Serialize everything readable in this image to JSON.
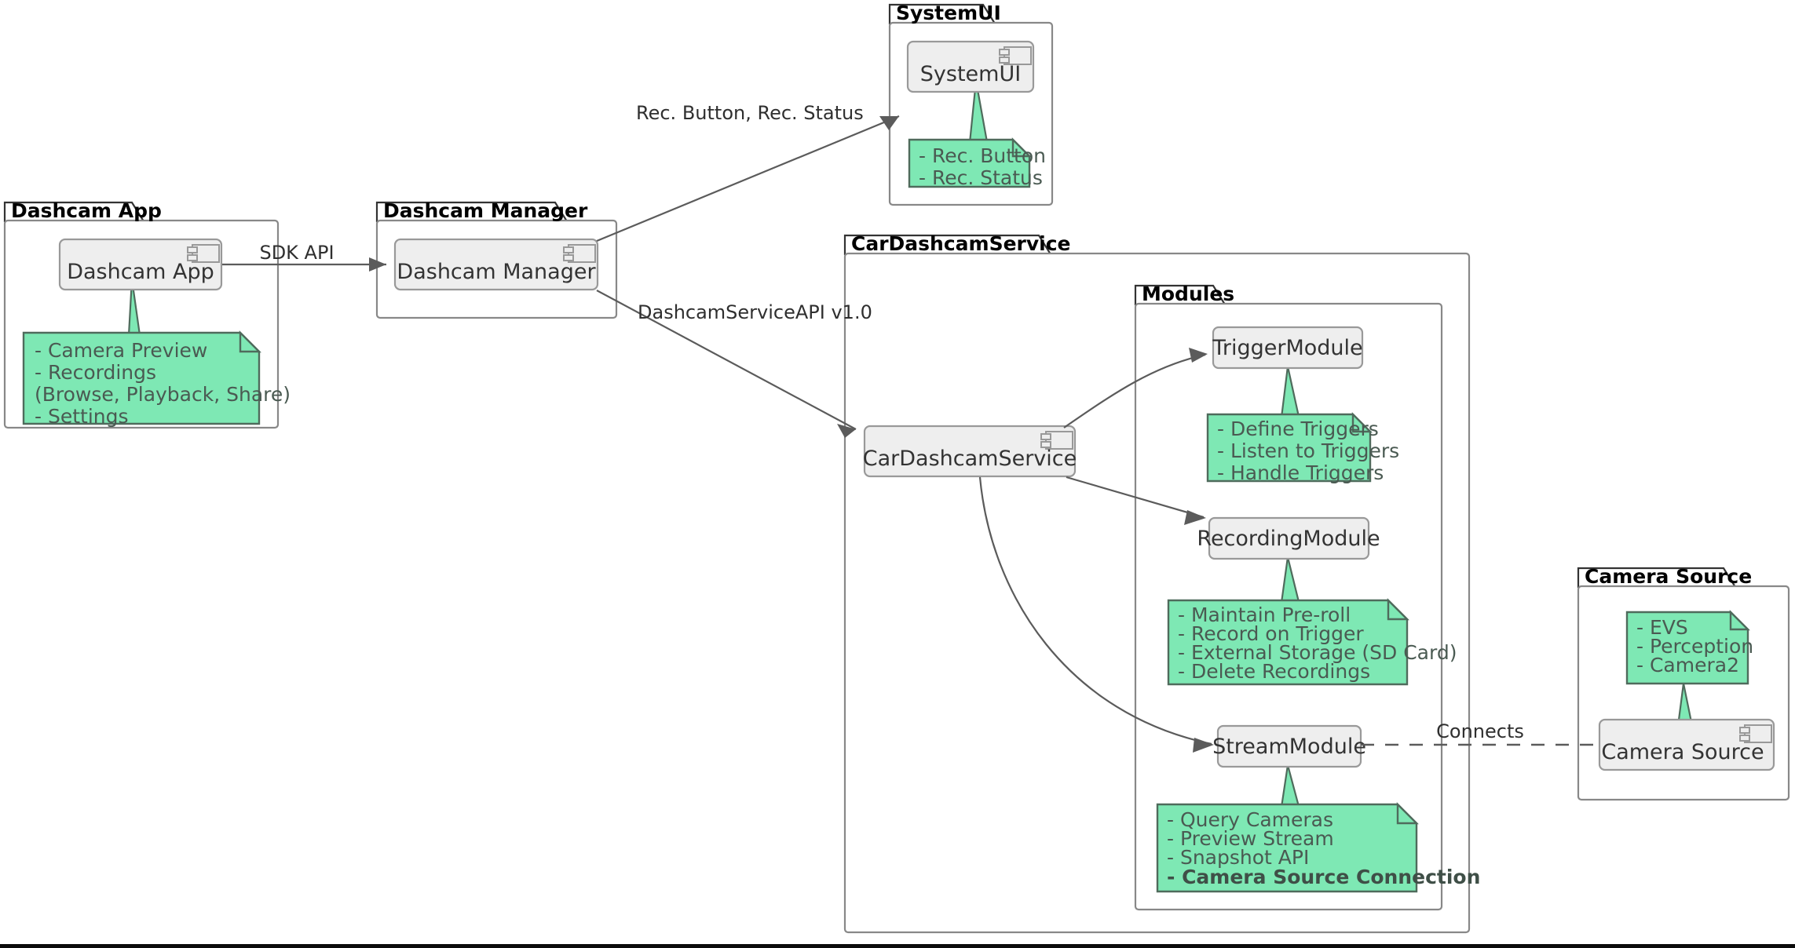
{
  "diagram": {
    "kind": "uml-component-diagram",
    "title": "CarDashcamService Architecture",
    "colors": {
      "note_fill": "#7ee8b4",
      "note_stroke": "#4f6b5c",
      "component_fill": "#eeeeee",
      "component_stroke": "#999999",
      "package_stroke": "#888888",
      "edge_stroke": "#5b5b5b",
      "text": "#333333",
      "note_text": "#4a5a52"
    }
  },
  "packages": [
    {
      "id": "dashcam-app",
      "label": "Dashcam App"
    },
    {
      "id": "dashcam-manager",
      "label": "Dashcam Manager"
    },
    {
      "id": "systemui",
      "label": "SystemUI"
    },
    {
      "id": "cardashcamservice",
      "label": "CarDashcamService"
    },
    {
      "id": "modules",
      "label": "Modules"
    },
    {
      "id": "camera-source",
      "label": "Camera Source"
    }
  ],
  "components": [
    {
      "id": "dashcam-app",
      "label": "Dashcam App",
      "icon": "uml-component-icon"
    },
    {
      "id": "dashcam-manager",
      "label": "Dashcam Manager",
      "icon": "uml-component-icon"
    },
    {
      "id": "systemui",
      "label": "SystemUI",
      "icon": "uml-component-icon"
    },
    {
      "id": "cardashcamservice",
      "label": "CarDashcamService",
      "icon": "uml-component-icon"
    },
    {
      "id": "trigger-module",
      "label": "TriggerModule",
      "icon": null
    },
    {
      "id": "recording-module",
      "label": "RecordingModule",
      "icon": null
    },
    {
      "id": "stream-module",
      "label": "StreamModule",
      "icon": null
    },
    {
      "id": "camera-source",
      "label": "Camera Source",
      "icon": "uml-component-icon"
    }
  ],
  "notes": [
    {
      "id": "note-dashcam-app",
      "attached_to": "dashcam-app",
      "lines": [
        {
          "text": "- Camera Preview",
          "bold": false
        },
        {
          "text": "- Recordings",
          "bold": false
        },
        {
          "text": "  (Browse, Playback, Share)",
          "bold": false
        },
        {
          "text": "- Settings",
          "bold": false
        }
      ]
    },
    {
      "id": "note-systemui",
      "attached_to": "systemui",
      "lines": [
        {
          "text": "- Rec. Button",
          "bold": false
        },
        {
          "text": "- Rec. Status",
          "bold": false
        }
      ]
    },
    {
      "id": "note-trigger-module",
      "attached_to": "trigger-module",
      "lines": [
        {
          "text": "- Define Triggers",
          "bold": false
        },
        {
          "text": "- Listen to Triggers",
          "bold": false
        },
        {
          "text": "- Handle Triggers",
          "bold": false
        }
      ]
    },
    {
      "id": "note-recording-module",
      "attached_to": "recording-module",
      "lines": [
        {
          "text": "- Maintain Pre-roll",
          "bold": false
        },
        {
          "text": "- Record on Trigger",
          "bold": false
        },
        {
          "text": "- External Storage (SD Card)",
          "bold": false
        },
        {
          "text": "- Delete Recordings",
          "bold": false
        }
      ]
    },
    {
      "id": "note-stream-module",
      "attached_to": "stream-module",
      "lines": [
        {
          "text": "- Query Cameras",
          "bold": false
        },
        {
          "text": "- Preview Stream",
          "bold": false
        },
        {
          "text": "- Snapshot API",
          "bold": false
        },
        {
          "text": "- Camera Source Connection",
          "bold": true
        }
      ]
    },
    {
      "id": "note-camera-source",
      "attached_to": "camera-source",
      "lines": [
        {
          "text": "- EVS",
          "bold": false
        },
        {
          "text": "- Perception",
          "bold": false
        },
        {
          "text": "- Camera2",
          "bold": false
        }
      ]
    }
  ],
  "edges": [
    {
      "id": "edge-app-to-manager",
      "from": "dashcam-app",
      "to": "dashcam-manager",
      "label": "SDK API",
      "style": "solid-arrow"
    },
    {
      "id": "edge-manager-to-systemui",
      "from": "dashcam-manager",
      "to": "systemui",
      "label": "Rec. Button, Rec. Status",
      "style": "solid-arrow"
    },
    {
      "id": "edge-manager-to-service",
      "from": "dashcam-manager",
      "to": "cardashcamservice",
      "label": "DashcamServiceAPI v1.0",
      "style": "solid-arrow"
    },
    {
      "id": "edge-service-to-trigger",
      "from": "cardashcamservice",
      "to": "trigger-module",
      "label": "",
      "style": "solid-arrow"
    },
    {
      "id": "edge-service-to-recording",
      "from": "cardashcamservice",
      "to": "recording-module",
      "label": "",
      "style": "solid-arrow"
    },
    {
      "id": "edge-service-to-stream",
      "from": "cardashcamservice",
      "to": "stream-module",
      "label": "",
      "style": "solid-arrow-curved"
    },
    {
      "id": "edge-stream-to-camera",
      "from": "stream-module",
      "to": "camera-source",
      "label": "Connects",
      "style": "dashed"
    }
  ]
}
